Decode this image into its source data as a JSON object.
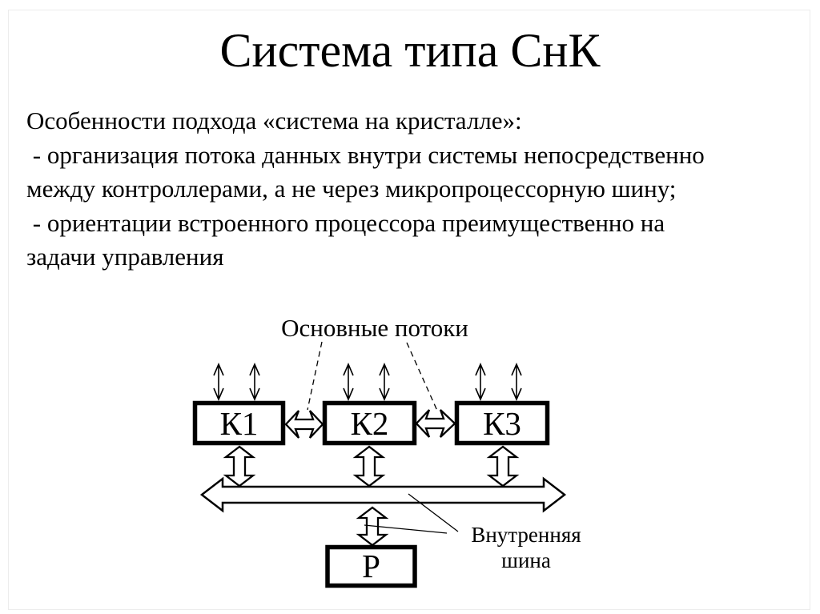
{
  "slide": {
    "title": "Система типа СнК",
    "body_lines": [
      "Особенности подхода «система на кристалле»:",
      " - организация потока данных внутри системы непосредственно",
      "между контроллерами, а не через микропроцессорную шину;",
      " - ориентации встроенного процессора преимущественно на",
      "задачи управления"
    ]
  },
  "diagram": {
    "flows_label": "Основные потоки",
    "bus_label_line1": "Внутренняя",
    "bus_label_line2": "шина",
    "blocks": {
      "k1": "К1",
      "k2": "К2",
      "k3": "К3",
      "p": "Р"
    },
    "colors": {
      "outline": "#000000",
      "fill": "#ffffff"
    }
  }
}
